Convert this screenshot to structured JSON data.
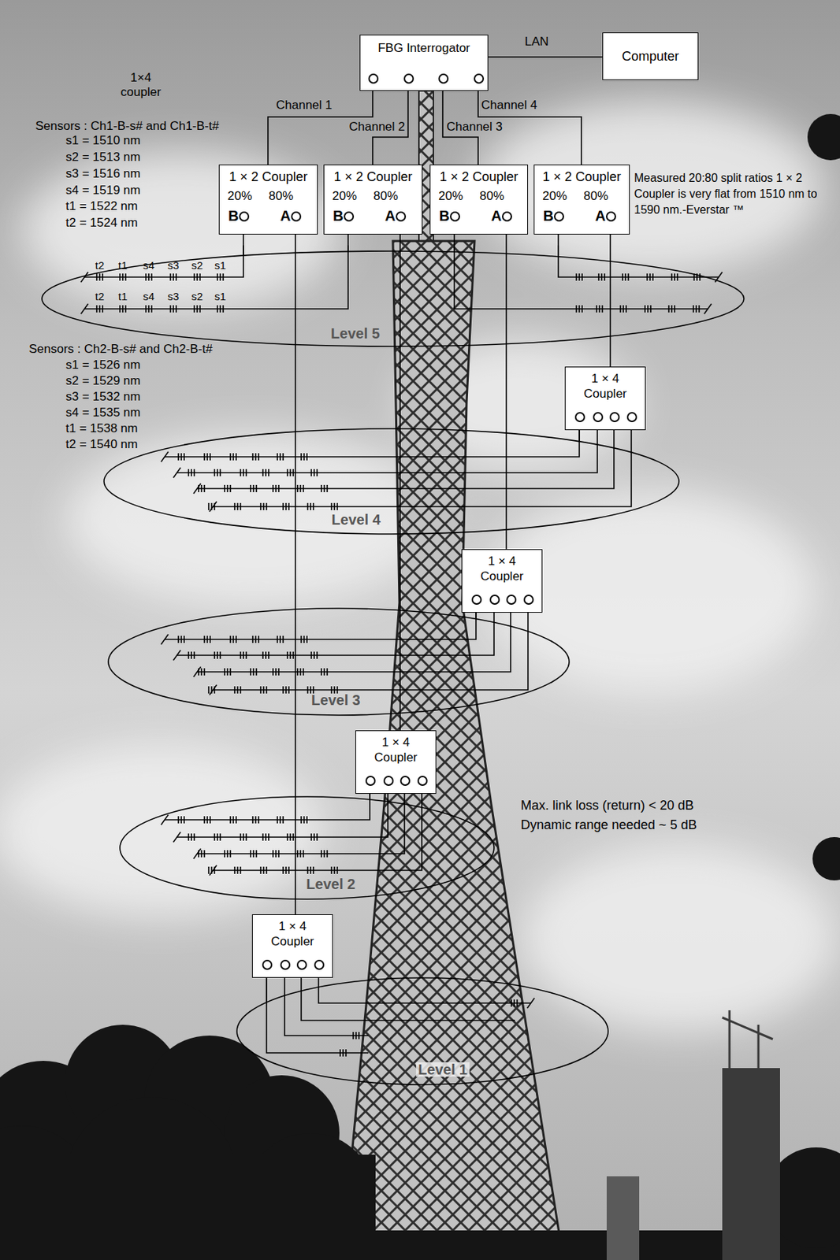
{
  "diagram": {
    "nodes": [
      {
        "text": [
          "FBG Interrogator"
        ]
      },
      {
        "text": [
          "Computer"
        ]
      },
      {
        "text": [
          "1 × 2 Coupler",
          "20%",
          "80%",
          "B",
          "A"
        ]
      },
      {
        "text": [
          "1 × 2 Coupler",
          "20%",
          "80%",
          "B",
          "A"
        ]
      },
      {
        "text": [
          "1 × 2 Coupler",
          "20%",
          "80%",
          "B",
          "A"
        ]
      },
      {
        "text": [
          "1 × 2 Coupler",
          "20%",
          "80%",
          "B",
          "A"
        ]
      },
      {
        "text": [
          "Level 5"
        ]
      },
      {
        "text": [
          "1 × 4 Coupler"
        ]
      },
      {
        "text": [
          "Level 4"
        ]
      },
      {
        "text": [
          "1 × 4 Coupler"
        ]
      },
      {
        "text": [
          "Level 3"
        ]
      },
      {
        "text": [
          "1 × 4 Coupler"
        ]
      },
      {
        "text": [
          "Level 2"
        ]
      },
      {
        "text": [
          "1 × 4 Coupler"
        ]
      },
      {
        "text": [
          "Level 1"
        ]
      }
    ],
    "edges": [
      {
        "from": 0,
        "to": 1,
        "arrow": "none",
        "label": "LAN"
      },
      {
        "from": 0,
        "to": 2,
        "arrow": "none",
        "label": "Channel 1"
      },
      {
        "from": 0,
        "to": 3,
        "arrow": "none",
        "label": "Channel 2"
      },
      {
        "from": 0,
        "to": 4,
        "arrow": "none",
        "label": "Channel 3"
      },
      {
        "from": 0,
        "to": 5,
        "arrow": "none",
        "label": "Channel 4"
      },
      {
        "from": 2,
        "to": 6,
        "arrow": "none"
      },
      {
        "from": 3,
        "to": 6,
        "arrow": "none"
      },
      {
        "from": 4,
        "to": 6,
        "arrow": "none"
      },
      {
        "from": 5,
        "to": 6,
        "arrow": "none"
      },
      {
        "from": 5,
        "to": 7,
        "arrow": "none"
      },
      {
        "from": 4,
        "to": 9,
        "arrow": "none"
      },
      {
        "from": 3,
        "to": 11,
        "arrow": "none"
      },
      {
        "from": 2,
        "to": 13,
        "arrow": "none"
      },
      {
        "from": 7,
        "to": 8,
        "arrow": "none"
      },
      {
        "from": 9,
        "to": 10,
        "arrow": "none"
      },
      {
        "from": 11,
        "to": 12,
        "arrow": "none"
      },
      {
        "from": 13,
        "to": 14,
        "arrow": "none"
      }
    ],
    "labels": [
      "1×4 coupler",
      "Sensors : Ch1-B-s# and Ch1-B-t#",
      "s1 = 1510 nm",
      "s2 = 1513 nm",
      "s3 = 1516 nm",
      "s4 = 1519 nm",
      "t1 = 1522 nm",
      "t2 = 1524 nm",
      "Measured 20:80 split ratios 1 × 2 Coupler is very flat from 1510 nm to 1590 nm.-Everstar ™",
      "t2",
      "t1",
      "s4",
      "s3",
      "s2",
      "s1",
      "t2",
      "t1",
      "s4",
      "s3",
      "s2",
      "s1",
      "Sensors : Ch2-B-s# and Ch2-B-t#",
      "s1 = 1526 nm",
      "s2 = 1529 nm",
      "s3 = 1532 nm",
      "s4 = 1535 nm",
      "t1 = 1538 nm",
      "t2 = 1540 nm",
      "Max. link loss (return) < 20 dB",
      "Dynamic range needed ~ 5 dB"
    ]
  }
}
